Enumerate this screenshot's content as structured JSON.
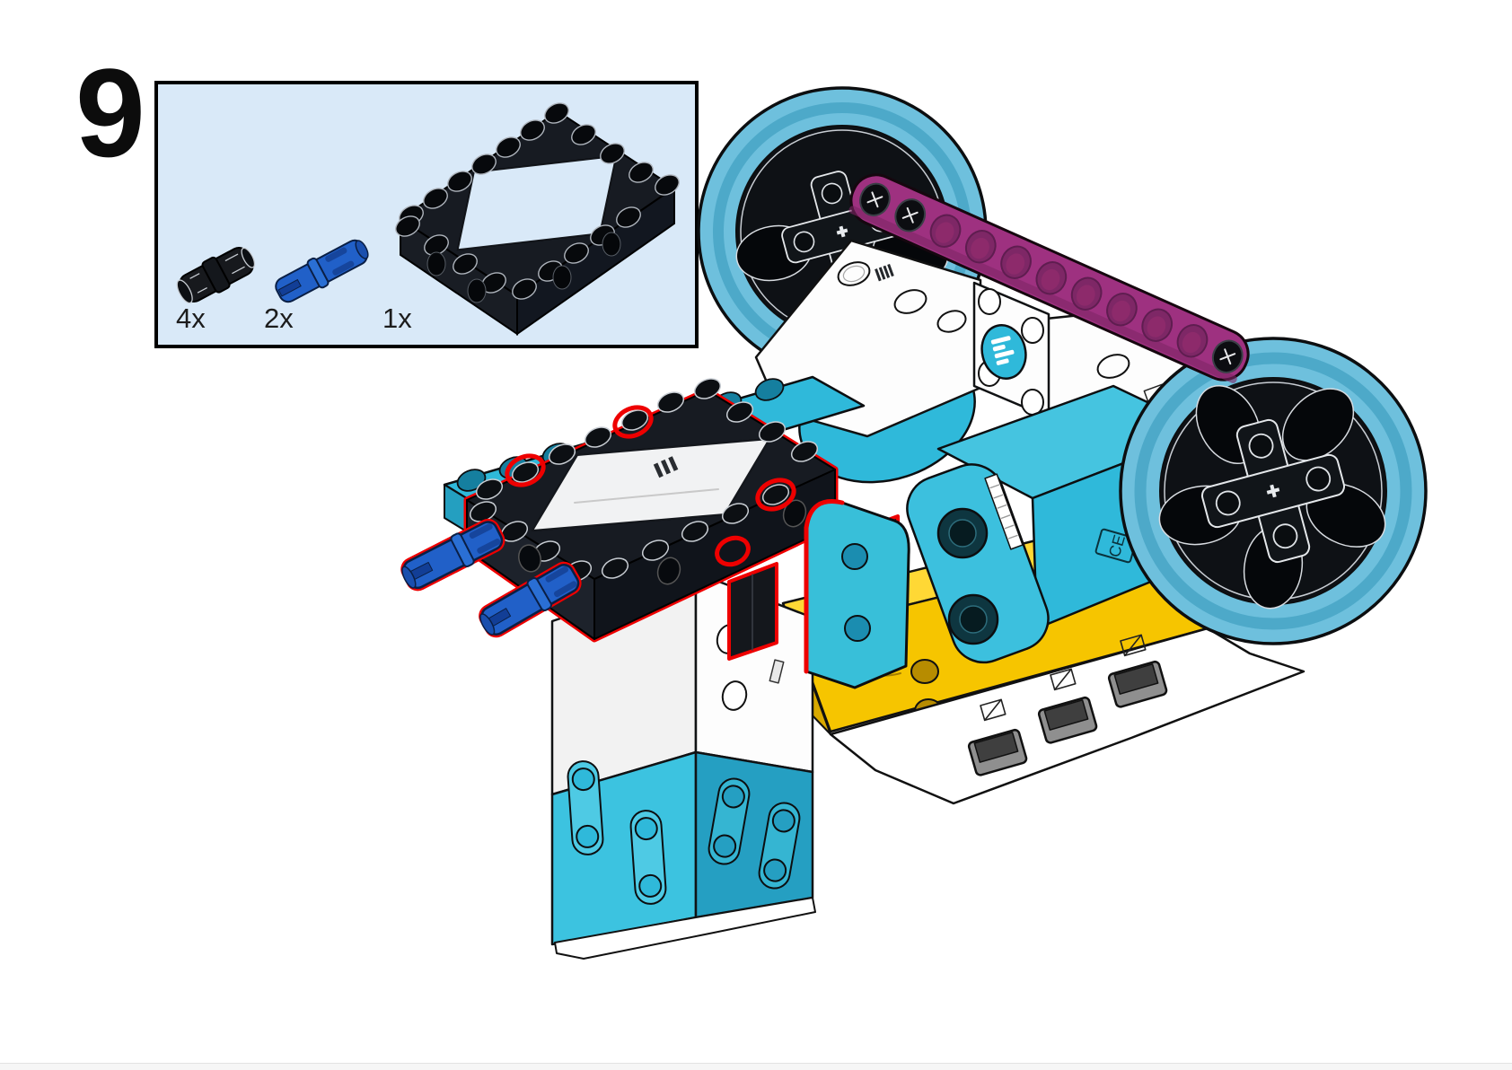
{
  "page": {
    "background": "#ffffff"
  },
  "step": {
    "number": "9"
  },
  "parts_box": {
    "background": "#d9e9f8",
    "border_color": "#000000",
    "parts": [
      {
        "id": "pin-connector-black",
        "count": "4x",
        "color": "#17191d"
      },
      {
        "id": "pin-3l-blue",
        "count": "2x",
        "color": "#2160c8"
      },
      {
        "id": "technic-frame-5x7-black",
        "count": "1x",
        "color": "#17191d"
      }
    ]
  },
  "illustration": {
    "highlight_color": "#ee0000",
    "ce_mark": "CE",
    "colors": {
      "wheel_azure": "#6ec0dd",
      "wheel_rim": "#0e1115",
      "body_teal": "#2fb9da",
      "beam_magenta": "#9e3180",
      "base_yellow": "#f6c500",
      "pin_blue": "#2160c8",
      "clip_gray": "#8f8f8f",
      "frame_black": "#14171c",
      "body_white": "#ffffff"
    }
  }
}
